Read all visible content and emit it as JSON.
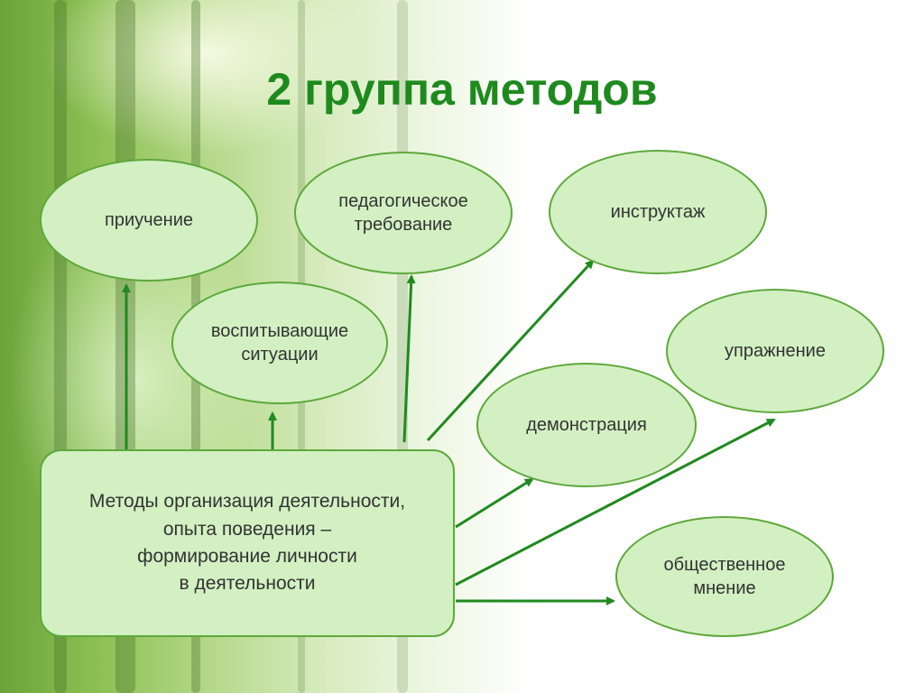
{
  "title": "2 группа методов",
  "center": "Методы организация деятельности,\nопыта поведения –\nформирование личности\nв деятельности",
  "nodes": {
    "priuchenie": "приучение",
    "ped_trebovanie": "педагогическое\nтребование",
    "instruktazh": "инструктаж",
    "vospit_situatsii": "воспитывающие\nситуации",
    "uprazhnenie": "упражнение",
    "demonstratsiya": "демонстрация",
    "obshch_mnenie": "общественное\nмнение"
  },
  "colors": {
    "title": "#1e8a1e",
    "node_fill": "#d3f0c2",
    "node_border": "#5ea83c",
    "arrow": "#1f8a1f"
  }
}
